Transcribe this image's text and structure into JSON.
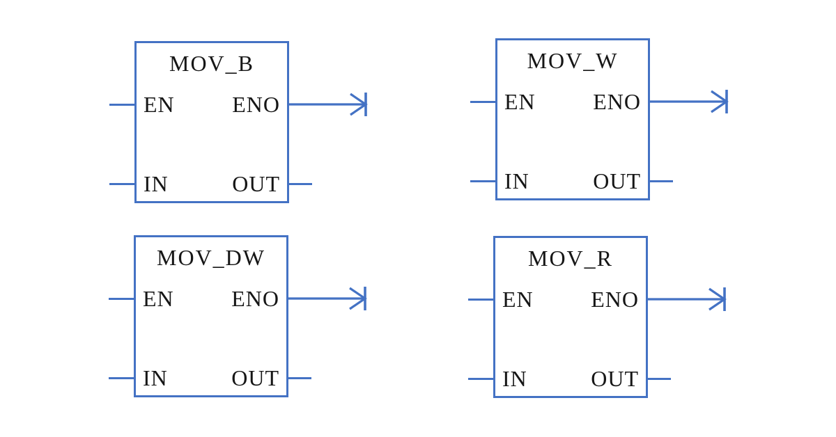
{
  "diagram": {
    "kind": "plc-function-block-diagram",
    "colors": {
      "wire": "#4472C4",
      "text": "#161616",
      "background": "#ffffff"
    },
    "blocks": [
      {
        "title": "MOV_B",
        "pins": {
          "en": "EN",
          "eno": "ENO",
          "in": "IN",
          "out": "OUT"
        }
      },
      {
        "title": "MOV_W",
        "pins": {
          "en": "EN",
          "eno": "ENO",
          "in": "IN",
          "out": "OUT"
        }
      },
      {
        "title": "MOV_DW",
        "pins": {
          "en": "EN",
          "eno": "ENO",
          "in": "IN",
          "out": "OUT"
        }
      },
      {
        "title": "MOV_R",
        "pins": {
          "en": "EN",
          "eno": "ENO",
          "in": "IN",
          "out": "OUT"
        }
      }
    ]
  }
}
